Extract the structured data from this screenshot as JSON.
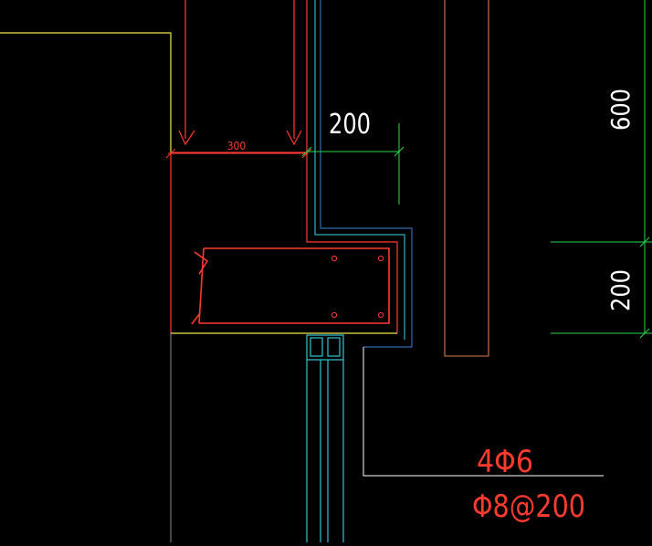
{
  "dimensions": {
    "beam_width": "300",
    "offset_200_top": "200",
    "height_600": "600",
    "height_200_right": "200"
  },
  "rebar": {
    "main_bars": "4Φ6",
    "stirrups": "Φ8@200"
  },
  "colors": {
    "background": "#000000",
    "red": "#ff3b2f",
    "yellow": "#f2e64a",
    "cyan": "#38d6e6",
    "blue": "#3b7fd6",
    "green": "#22d84a",
    "white": "#ffffff",
    "gray": "#8a8f99",
    "salmon": "#e0784f"
  }
}
